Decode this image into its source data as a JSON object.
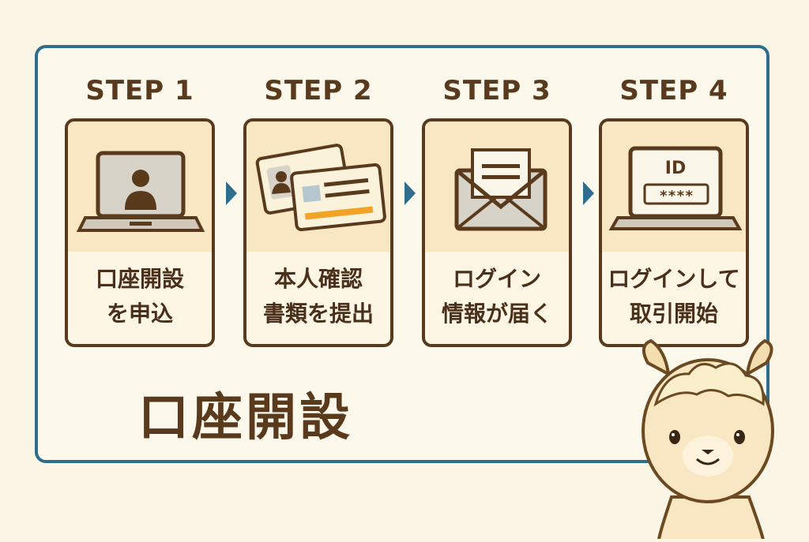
{
  "steps": [
    {
      "label": "STEP 1",
      "line1": "口座開設",
      "line2": "を申込"
    },
    {
      "label": "STEP 2",
      "line1": "本人確認",
      "line2": "書類を提出"
    },
    {
      "label": "STEP 3",
      "line1": "ログイン",
      "line2": "情報が届く"
    },
    {
      "label": "STEP 4",
      "line1": "ログインして",
      "line2": "取引開始"
    }
  ],
  "id_screen": {
    "id_text": "ID",
    "password_mask": "****"
  },
  "title": "口座開設",
  "colors": {
    "frame": "#2f6d8c",
    "outline": "#5a3a1c",
    "card_top": "#f8e7c2",
    "accent_orange": "#f2a326",
    "background": "#fbf5e6"
  },
  "icons": [
    "laptop-user-icon",
    "id-cards-icon",
    "envelope-icon",
    "laptop-login-icon",
    "alpaca-mascot"
  ]
}
